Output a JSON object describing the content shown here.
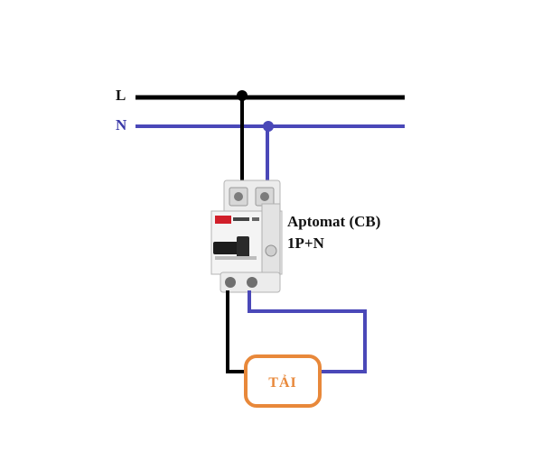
{
  "lines": {
    "live_label": "L",
    "neutral_label": "N"
  },
  "breaker": {
    "title": "Aptomat (CB)",
    "subtitle": "1P+N"
  },
  "load": {
    "label": "TẢI"
  },
  "colors": {
    "live_wire": "#000000",
    "neutral_wire": "#4a48b8",
    "neutral_text": "#3b3aa8",
    "load_box": "#e8883a",
    "breaker_body": "#f2f2f2",
    "breaker_red": "#d11f2a"
  }
}
